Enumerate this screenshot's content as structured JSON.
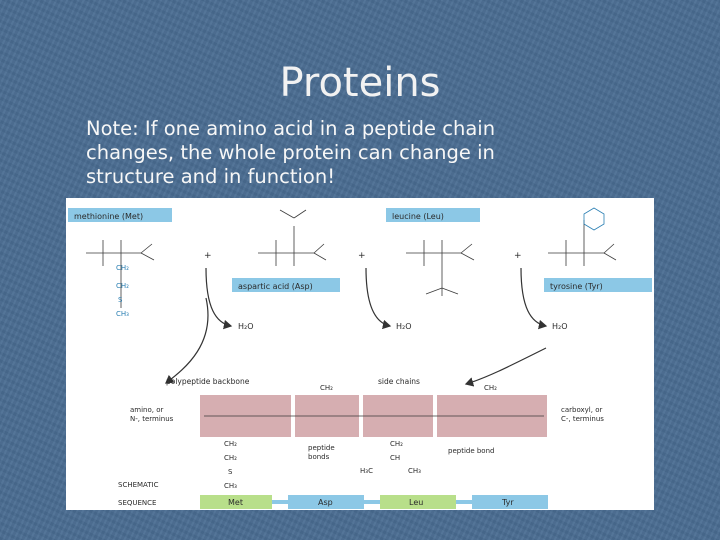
{
  "slide": {
    "title": "Proteins",
    "note": "Note: If one amino acid in a peptide chain changes, the whole  protein can change in structure and in function!"
  },
  "figure": {
    "labels": {
      "met": "methionine (Met)",
      "asp": "aspartic acid (Asp)",
      "leu": "leucine (Leu)",
      "tyr": "tyrosine (Tyr)",
      "h2o": "H₂O",
      "backbone": "polypeptide backbone",
      "side_chains": "side chains",
      "amino_terminus_1": "amino, or",
      "amino_terminus_2": "N-, terminus",
      "carboxyl_terminus_1": "carboxyl, or",
      "carboxyl_terminus_2": "C-, terminus",
      "peptide_bonds_1": "peptide",
      "peptide_bonds_2": "bonds",
      "peptide_bond": "peptide bond",
      "schematic": "SCHEMATIC",
      "sequence": "SEQUENCE"
    },
    "sequence": [
      "Met",
      "Asp",
      "Leu",
      "Tyr"
    ],
    "colors": {
      "amino_acid_box": "#8cc8e6",
      "sequence_box": "#b8df8a",
      "backbone_band": "#d6aeb1",
      "schematic_label": "#b0368e"
    }
  }
}
